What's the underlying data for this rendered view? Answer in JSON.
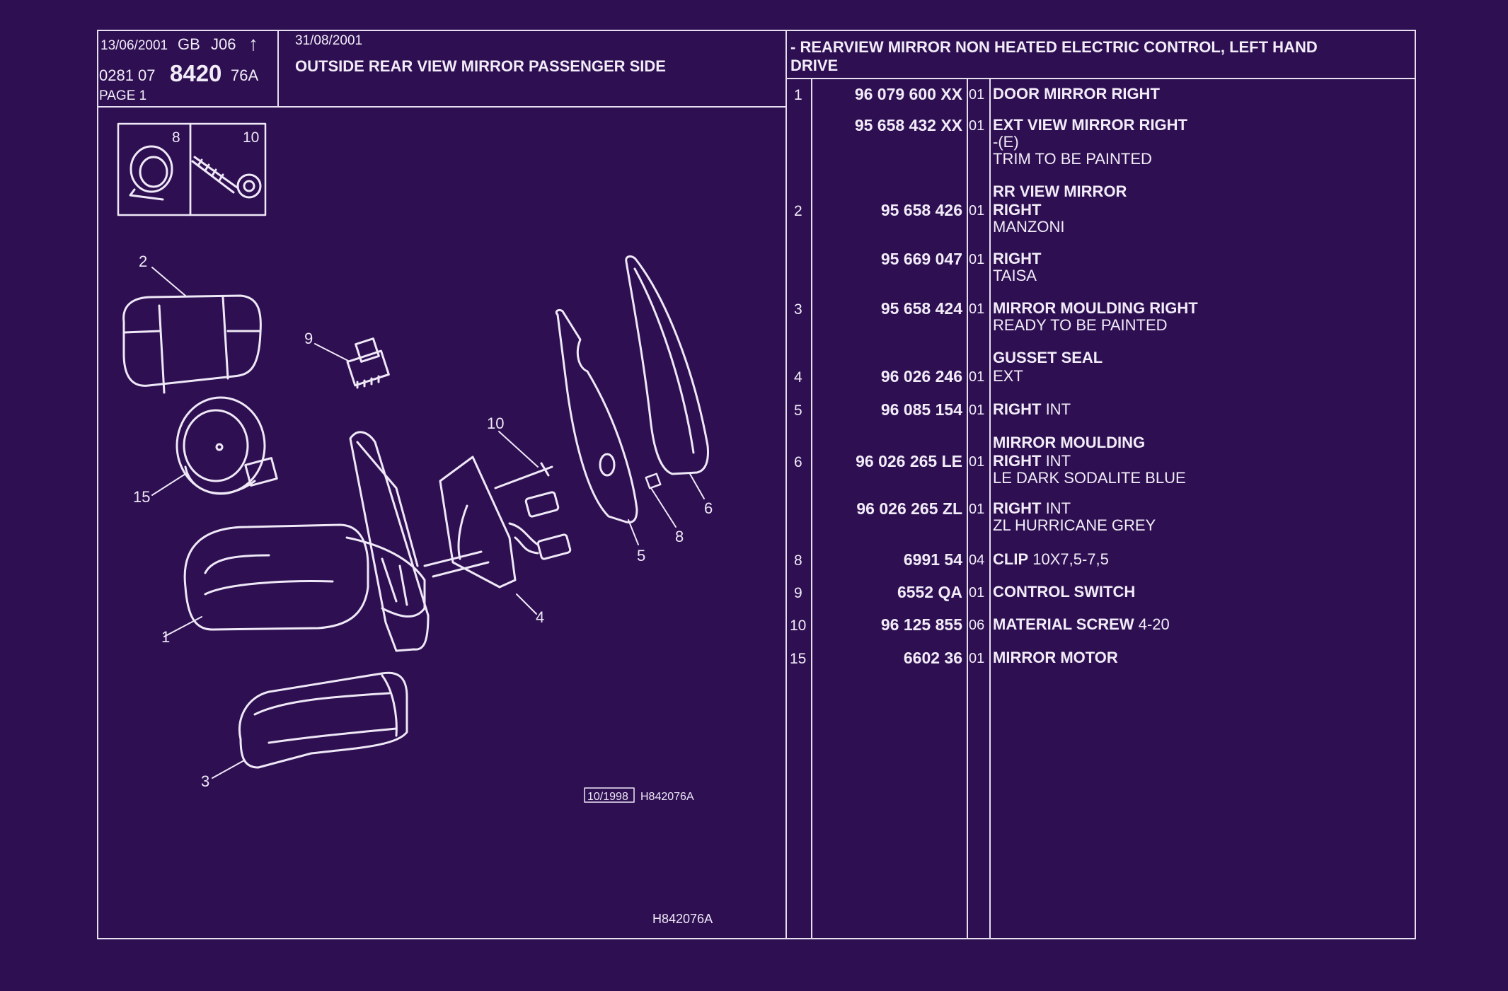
{
  "header": {
    "date1": "13/06/2001",
    "region": "GB",
    "code": "J06",
    "arrow": "↑",
    "ref_prefix": "0281 07",
    "ref_main": "8420",
    "ref_suffix": "76A",
    "page": "PAGE 1",
    "date2": "31/08/2001",
    "title": "OUTSIDE REAR VIEW MIRROR PASSENGER SIDE",
    "section_line1": "- REARVIEW MIRROR NON HEATED ELECTRIC CONTROL, LEFT HAND",
    "section_line2": "DRIVE"
  },
  "diagram": {
    "callouts": [
      "1",
      "2",
      "3",
      "4",
      "5",
      "6",
      "8",
      "9",
      "10",
      "15"
    ],
    "inset_labels": [
      "8",
      "10"
    ],
    "stamp_date": "10/1998",
    "stamp_ref": "H842076A",
    "footer_ref": "H842076A"
  },
  "parts": [
    {
      "ref": "1",
      "pn": "96 079 600 XX",
      "qty": "01",
      "lines": [
        {
          "t": "DOOR MIRROR RIGHT",
          "b": true
        }
      ]
    },
    {
      "ref": "",
      "pn": "95 658 432 XX",
      "qty": "01",
      "lines": [
        {
          "t": "EXT VIEW MIRROR RIGHT",
          "b": true
        },
        {
          "t": "-(E)",
          "b": false
        },
        {
          "t": "TRIM TO BE PAINTED",
          "b": false
        }
      ]
    },
    {
      "ref": "",
      "pn": "",
      "qty": "",
      "lines": [
        {
          "t": "RR VIEW MIRROR",
          "b": true
        }
      ]
    },
    {
      "ref": "2",
      "pn": "95 658 426",
      "qty": "01",
      "lines": [
        {
          "t": "RIGHT",
          "b": true
        },
        {
          "t": "MANZONI",
          "b": false
        }
      ]
    },
    {
      "ref": "",
      "pn": "95 669 047",
      "qty": "01",
      "lines": [
        {
          "t": "RIGHT",
          "b": true
        },
        {
          "t": "TAISA",
          "b": false
        }
      ]
    },
    {
      "ref": "3",
      "pn": "95 658 424",
      "qty": "01",
      "lines": [
        {
          "t": "MIRROR MOULDING RIGHT",
          "b": true
        },
        {
          "t": "READY TO BE PAINTED",
          "b": false
        }
      ]
    },
    {
      "ref": "",
      "pn": "",
      "qty": "",
      "lines": [
        {
          "t": "GUSSET SEAL",
          "b": true
        }
      ]
    },
    {
      "ref": "4",
      "pn": "96 026 246",
      "qty": "01",
      "lines": [
        {
          "t": "EXT",
          "b": false
        }
      ]
    },
    {
      "ref": "5",
      "pn": "96 085 154",
      "qty": "01",
      "lines": [
        {
          "t": "RIGHT",
          "b": true
        },
        {
          "t": " INT",
          "b": false
        }
      ]
    },
    {
      "ref": "",
      "pn": "",
      "qty": "",
      "lines": [
        {
          "t": "MIRROR MOULDING",
          "b": true
        }
      ]
    },
    {
      "ref": "6",
      "pn": "96 026 265 LE",
      "qty": "01",
      "lines": [
        {
          "t": "RIGHT",
          "b": true
        },
        {
          "t": " INT",
          "b": false
        },
        {
          "t": "LE DARK SODALITE BLUE",
          "b": false
        }
      ]
    },
    {
      "ref": "",
      "pn": "96 026 265 ZL",
      "qty": "01",
      "lines": [
        {
          "t": "RIGHT",
          "b": true
        },
        {
          "t": " INT",
          "b": false
        },
        {
          "t": "ZL HURRICANE GREY",
          "b": false
        }
      ]
    },
    {
      "ref": "8",
      "pn": "6991 54",
      "qty": "04",
      "lines": [
        {
          "t": "CLIP",
          "b": true
        },
        {
          "t": " 10X7,5-7,5",
          "b": false
        }
      ]
    },
    {
      "ref": "9",
      "pn": "6552 QA",
      "qty": "01",
      "lines": [
        {
          "t": "CONTROL SWITCH",
          "b": true
        }
      ]
    },
    {
      "ref": "10",
      "pn": "96 125 855",
      "qty": "06",
      "lines": [
        {
          "t": "MATERIAL SCREW",
          "b": true
        },
        {
          "t": " 4-20",
          "b": false
        }
      ]
    },
    {
      "ref": "15",
      "pn": "6602 36",
      "qty": "01",
      "lines": [
        {
          "t": "MIRROR MOTOR",
          "b": true
        }
      ]
    }
  ]
}
